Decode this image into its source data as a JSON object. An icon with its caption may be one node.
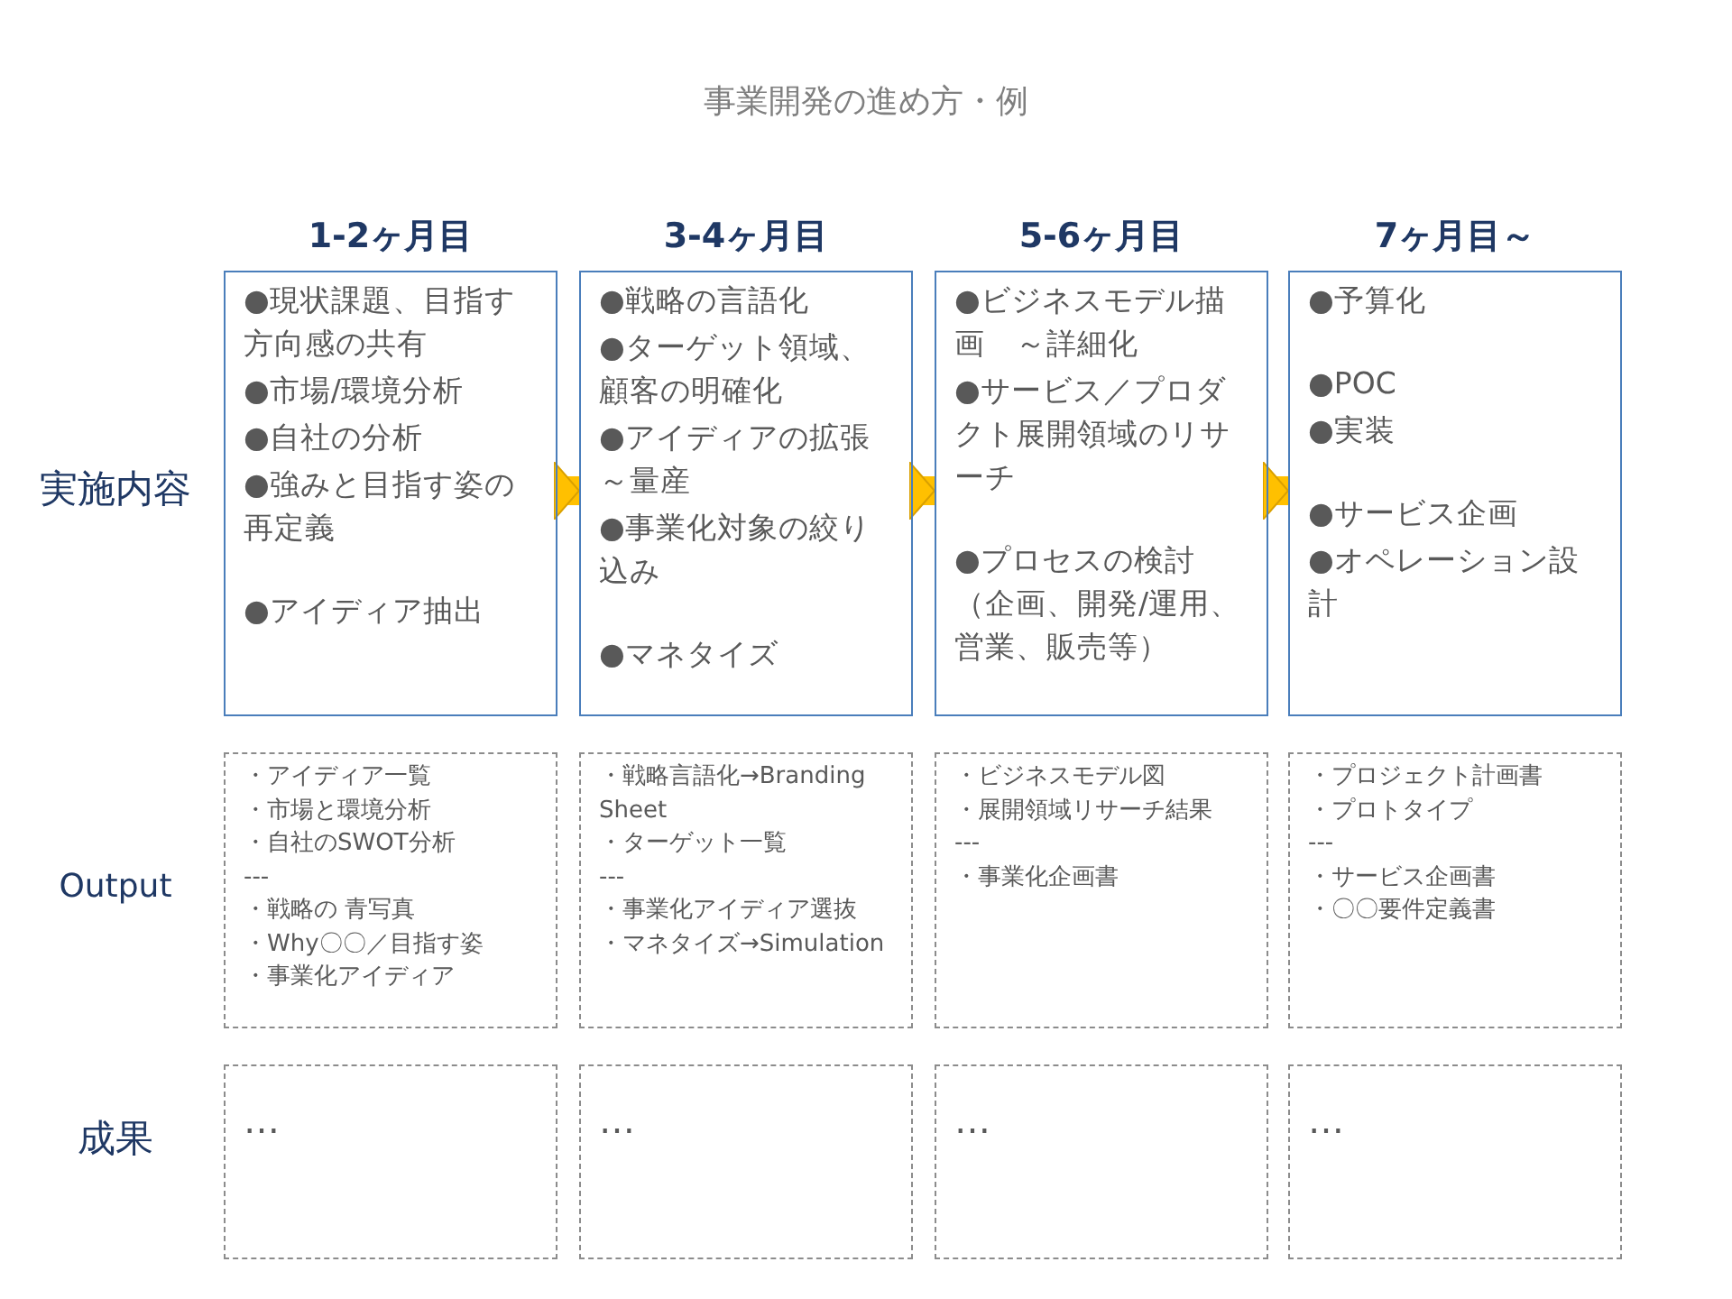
{
  "diagram": {
    "title": "事業開発の進め方・例",
    "nodes": [
      {
        "text": [
          "1-2ヶ月目",
          "●現状課題、目指す方向感の共有",
          "●市場/環境分析",
          "●自社の分析",
          "●強みと目指す姿の再定義",
          "●アイディア抽出"
        ]
      },
      {
        "text": [
          "3-4ヶ月目",
          "●戦略の言語化",
          "●ターゲット領域、顧客の明確化",
          "●アイディアの拡張～量産",
          "●事業化対象の絞り込み",
          "●マネタイズ"
        ]
      },
      {
        "text": [
          "5-6ヶ月目",
          "●ビジネスモデル描画　～詳細化",
          "●サービス／プロダクト展開領域のリサーチ",
          "●プロセスの検討（企画、開発/運用、営業、販売等）"
        ]
      },
      {
        "text": [
          "7ヶ月目～",
          "●予算化",
          "●POC",
          "●実装",
          "●サービス企画",
          "●オペレーション設計"
        ]
      },
      {
        "text": [
          "・アイディア一覧",
          "・市場と環境分析",
          "・自社のSWOT分析",
          "---",
          "・戦略の 青写真",
          "・Why〇〇／目指す姿",
          "・事業化アイディア"
        ]
      },
      {
        "text": [
          "・戦略言語化→Branding Sheet",
          "・ターゲット一覧",
          "---",
          "・事業化アイディア選抜",
          "・マネタイズ→Simulation"
        ]
      },
      {
        "text": [
          "・ビジネスモデル図",
          "・展開領域リサーチ結果",
          "---",
          "・事業化企画書"
        ]
      },
      {
        "text": [
          "・プロジェクト計画書",
          "・プロトタイプ",
          "---",
          "・サービス企画書",
          "・〇〇要件定義書"
        ]
      },
      {
        "text": [
          "…"
        ]
      },
      {
        "text": [
          "…"
        ]
      },
      {
        "text": [
          "…"
        ]
      },
      {
        "text": [
          "…"
        ]
      }
    ],
    "edges": [
      {
        "from": 0,
        "to": 1,
        "arrow": "to"
      },
      {
        "from": 1,
        "to": 2,
        "arrow": "to"
      },
      {
        "from": 2,
        "to": 3,
        "arrow": "to"
      }
    ],
    "labels": [
      "実施内容",
      "Output",
      "成果"
    ]
  }
}
